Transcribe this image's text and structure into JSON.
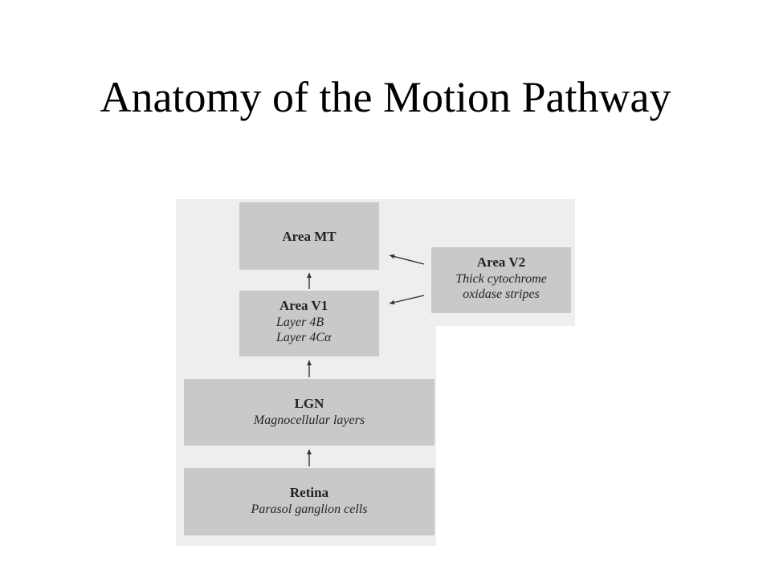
{
  "title": "Anatomy of the Motion Pathway",
  "diagram": {
    "area_mt": {
      "title": "Area MT"
    },
    "area_v1": {
      "title": "Area V1",
      "sub1": "Layer 4B",
      "sub2": "Layer 4Cα"
    },
    "area_v2": {
      "title": "Area V2",
      "sub1": "Thick cytochrome",
      "sub2": "oxidase stripes"
    },
    "lgn": {
      "title": "LGN",
      "sub1": "Magnocellular layers"
    },
    "retina": {
      "title": "Retina",
      "sub1": "Parasol ganglion cells"
    }
  },
  "colors": {
    "box_fill": "#c9c9c9",
    "figure_background": "#eeeeee",
    "arrow": "#333333"
  }
}
